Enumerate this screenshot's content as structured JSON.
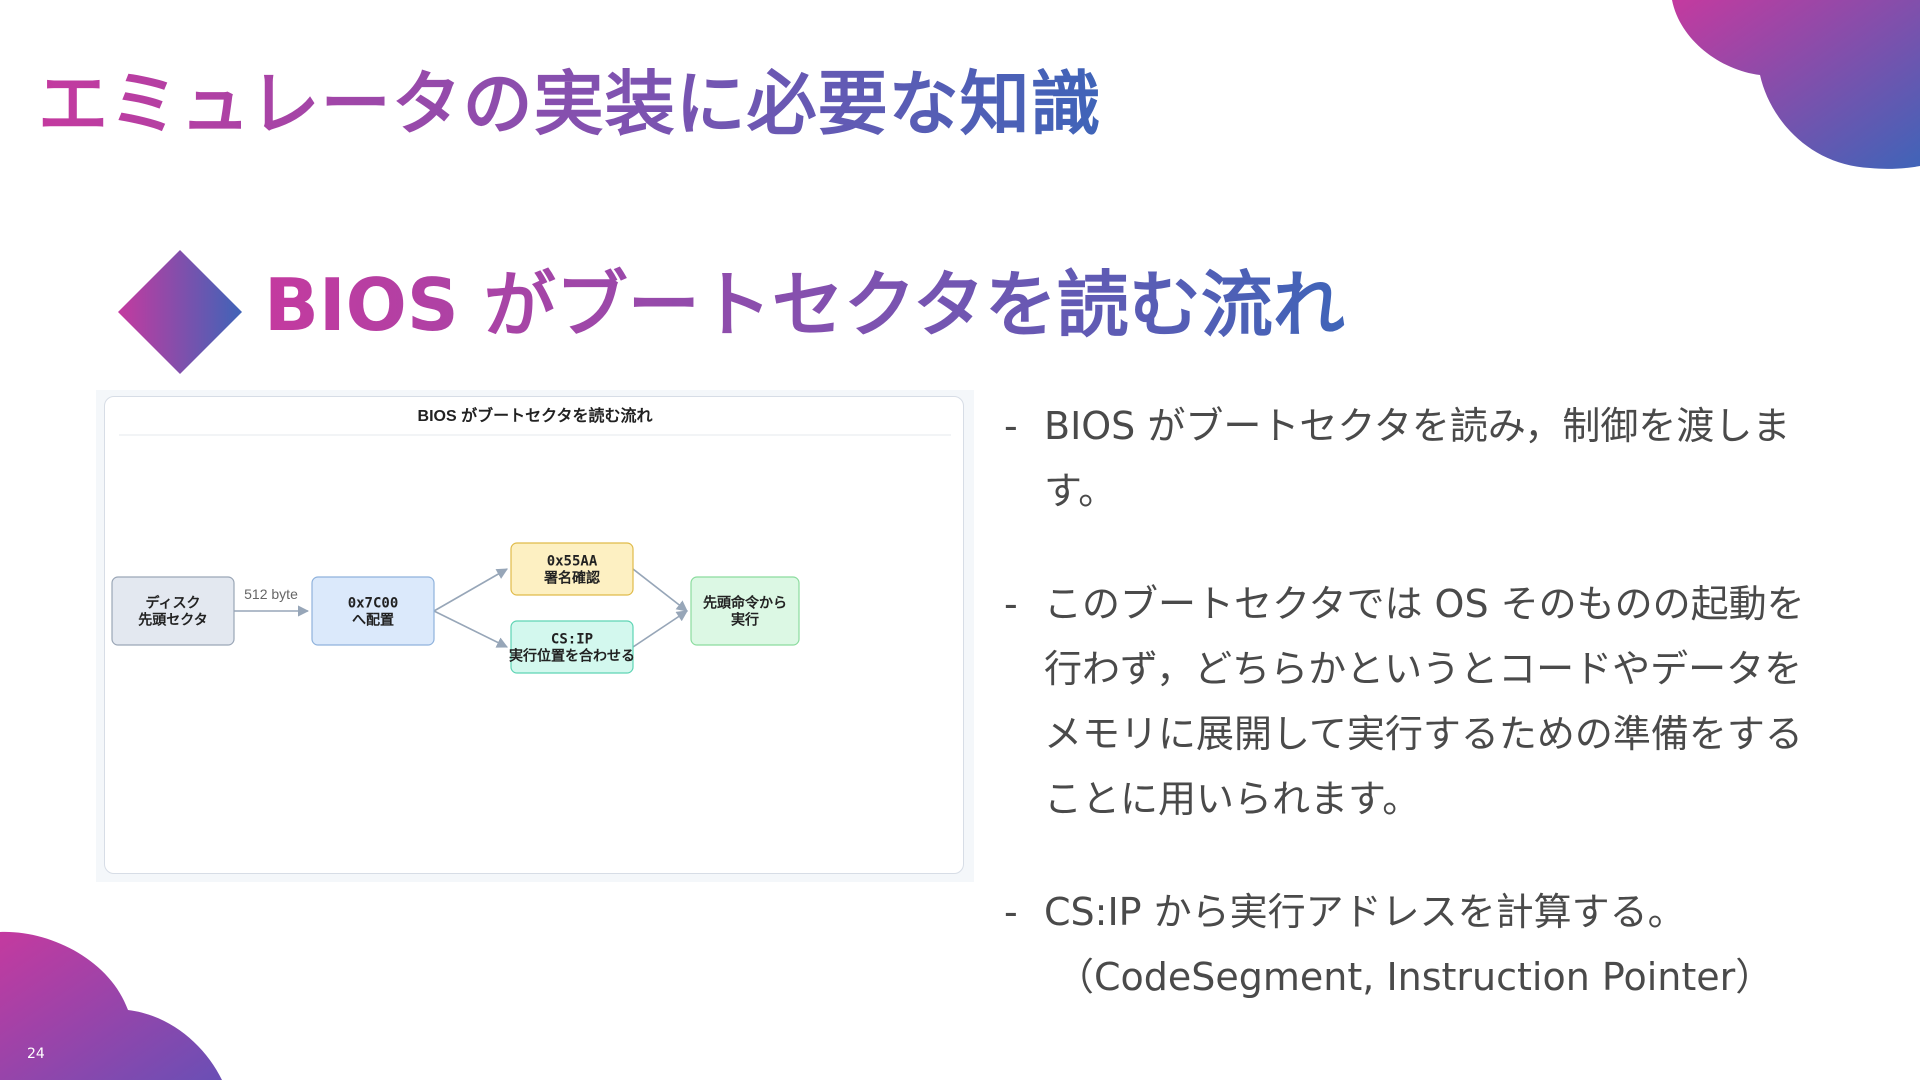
{
  "slide": {
    "title": "エミュレータの実装に必要な知識",
    "section_title": "BIOS がブートセクタを読む流れ",
    "page_number": "24"
  },
  "colors": {
    "gradient_start": "#c43a9f",
    "gradient_end": "#3f64b8",
    "body_text": "#4a4a4a",
    "arrow": "#97a6b8"
  },
  "diagram": {
    "title": "BIOS がブートセクタを読む流れ",
    "nodes": [
      {
        "id": "disk",
        "lines": [
          "ディスク",
          "先頭セクタ"
        ],
        "mono": false,
        "fill": "#e3e8f0",
        "stroke": "#9aa6b6"
      },
      {
        "id": "load",
        "lines": [
          "0x7C00",
          "へ配置"
        ],
        "mono": true,
        "fill": "#dbe9fb",
        "stroke": "#8fb2dc"
      },
      {
        "id": "sig",
        "lines": [
          "0x55AA",
          "署名確認"
        ],
        "mono": true,
        "fill": "#fdf0c2",
        "stroke": "#e0bb4a"
      },
      {
        "id": "csip",
        "lines": [
          "CS:IP",
          "実行位置を合わせる"
        ],
        "mono": true,
        "fill": "#d3f8ee",
        "stroke": "#5ed4b4"
      },
      {
        "id": "exec",
        "lines": [
          "先頭命令から",
          "実行"
        ],
        "mono": false,
        "fill": "#dcf8e4",
        "stroke": "#8bdc9e"
      }
    ],
    "edges": [
      {
        "from": "disk",
        "to": "load",
        "label": "512 byte"
      },
      {
        "from": "load",
        "to": "sig",
        "label": ""
      },
      {
        "from": "load",
        "to": "csip",
        "label": ""
      },
      {
        "from": "sig",
        "to": "exec",
        "label": ""
      },
      {
        "from": "csip",
        "to": "exec",
        "label": ""
      }
    ]
  },
  "bullets": [
    {
      "dash": "-",
      "text": "BIOS がブートセクタを読み，制御を渡します。",
      "sub": ""
    },
    {
      "dash": "-",
      "text": "このブートセクタでは OS そのものの起動を行わず，どちらかというとコードやデータをメモリに展開して実行するための準備をすることに用いられます。",
      "sub": ""
    },
    {
      "dash": "-",
      "text": "CS:IP から実行アドレスを計算する。",
      "sub": "（CodeSegment, Instruction Pointer）"
    }
  ]
}
